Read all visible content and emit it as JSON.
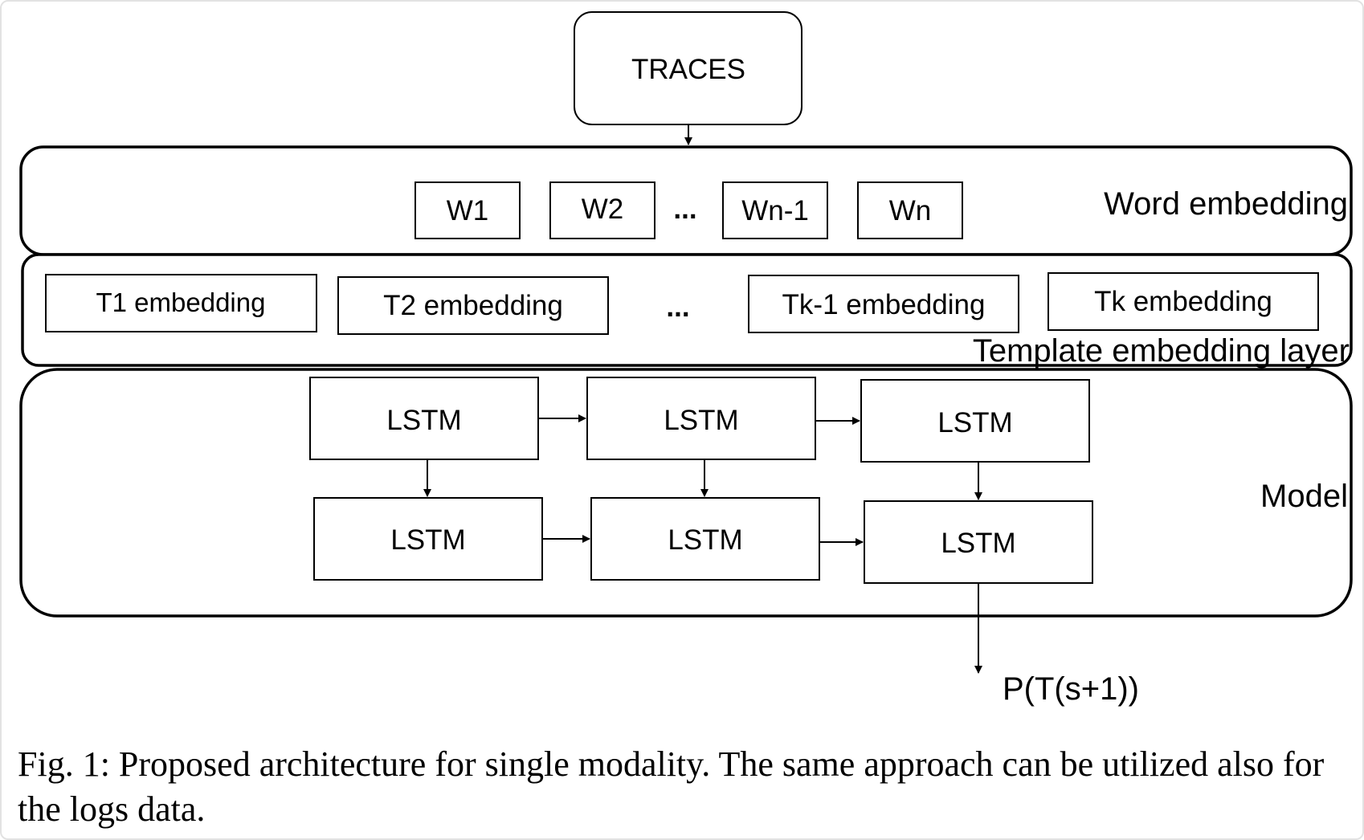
{
  "diagram": {
    "source_label": "TRACES",
    "word_embedding": {
      "layer_label": "Word embedding",
      "tokens": [
        "W1",
        "W2",
        "...",
        "Wn-1",
        "Wn"
      ]
    },
    "template_embedding": {
      "layer_label": "Template embedding layer",
      "tokens": [
        "T1 embedding",
        "T2 embedding",
        "...",
        "Tk-1 embedding",
        "Tk embedding"
      ]
    },
    "model": {
      "layer_label": "Model",
      "top_row": [
        "LSTM",
        "LSTM",
        "LSTM"
      ],
      "bottom_row": [
        "LSTM",
        "LSTM",
        "LSTM"
      ]
    },
    "output_label": "P(T(s+1))"
  },
  "caption": "Fig. 1: Proposed architecture for single modality. The same approach can be utilized also for the logs data."
}
